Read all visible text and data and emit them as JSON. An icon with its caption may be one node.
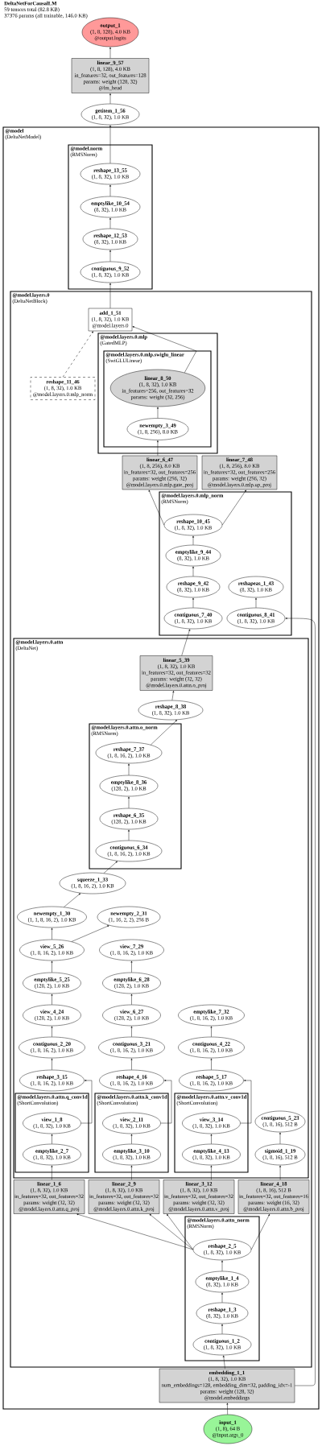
{
  "diagram": {
    "title": "DeltaNetForCausalLM",
    "labels": [
      "59 tensors total (82.8 KB)",
      "37376 params (all trainable, 146.0 KB)"
    ],
    "nodes": [
      {
        "text": [
          "output_1",
          "(1, 8, 128), 4.0 KB",
          "@output.logits"
        ]
      },
      {
        "text": [
          "linear_9_57",
          "(1, 8, 128), 4.0 KB",
          "in_features=32, out_features=128",
          "params: weight (128, 32)",
          "@lm_head"
        ]
      },
      {
        "text": [
          "getitem_1_56",
          "(1, 8, 32), 1.0 KB"
        ]
      },
      {
        "text": [
          "@model",
          "(DeltaNetModel)"
        ]
      },
      {
        "text": [
          "@model.norm",
          "(RMSNorm)"
        ],
        "in": 3
      },
      {
        "text": [
          "reshape_13_55",
          "(1, 8, 32), 1.0 KB"
        ],
        "in": 4
      },
      {
        "text": [
          "emptylike_10_54",
          "(8, 32), 1.0 KB"
        ],
        "in": 4
      },
      {
        "text": [
          "reshape_12_53",
          "(8, 32), 1.0 KB"
        ],
        "in": 4
      },
      {
        "text": [
          "contiguous_9_52",
          "(1, 8, 32), 1.0 KB"
        ],
        "in": 4
      },
      {
        "text": [
          "@model.layers.0",
          "(DeltaNetBlock)"
        ],
        "in": 3
      },
      {
        "text": [
          "add_1_51",
          "(1, 8, 32), 1.0 KB",
          "@model.layers.0"
        ],
        "in": 9
      },
      {
        "text": [
          "@model.layers.0.mlp",
          "(GatedMLP)"
        ],
        "in": 9
      },
      {
        "text": [
          "@model.layers.0.mlp.swiglu_linear",
          "(SwiGLULinear)"
        ],
        "in": 11
      },
      {
        "text": [
          "linear_8_50",
          "(1, 8, 32), 1.0 KB",
          "in_features=256, out_features=32",
          "params: weight (32, 256)"
        ],
        "in": 12
      },
      {
        "text": [
          "reshape_11_46",
          "(1, 8, 32), 1.0 KB",
          "@model.layers.0.mlp_norm"
        ],
        "in": 9
      },
      {
        "text": [
          "newempty_3_49",
          "(1, 8, 256), 8.0 KB"
        ],
        "in": 12
      },
      {
        "text": [
          "linear_6_47",
          "(1, 8, 256), 8.0 KB",
          "in_features=32, out_features=256",
          "params: weight (256, 32)",
          "@model.layers.0.mlp.gate_proj"
        ],
        "in": 9
      },
      {
        "text": [
          "linear_7_48",
          "(1, 8, 256), 8.0 KB",
          "in_features=32, out_features=256",
          "params: weight (256, 32)",
          "@model.layers.0.mlp.up_proj"
        ],
        "in": 9
      },
      {
        "text": [
          "@model.layers.0.mlp_norm",
          "(RMSNorm)"
        ],
        "in": 9
      },
      {
        "text": [
          "reshape_10_45",
          "(1, 8, 32), 1.0 KB"
        ],
        "in": 18
      },
      {
        "text": [
          "emptylike_9_44",
          "(8, 32), 1.0 KB"
        ],
        "in": 18
      },
      {
        "text": [
          "reshape_9_42",
          "(8, 32), 1.0 KB"
        ],
        "in": 18
      },
      {
        "text": [
          "reshapeas_1_43",
          "(8, 32), 1.0 KB"
        ],
        "in": 18
      },
      {
        "text": [
          "contiguous_7_40",
          "(1, 8, 32), 1.0 KB"
        ],
        "in": 18
      },
      {
        "text": [
          "contiguous_8_41",
          "(1, 8, 32), 1.0 KB"
        ],
        "in": 18
      },
      {
        "text": [
          "@model.layers.0.attn",
          "(DeltaNet)"
        ],
        "in": 9
      },
      {
        "text": [
          "linear_5_39",
          "(1, 8, 32), 1.0 KB",
          "in_features=32, out_features=32",
          "params: weight (32, 32)",
          "@model.layers.0.attn.o_proj"
        ],
        "in": 25
      },
      {
        "text": [
          "reshape_8_38",
          "(1, 8, 32), 1.0 KB"
        ],
        "in": 25
      },
      {
        "text": [
          "@model.layers.0.attn.o_norm",
          "(RMSNorm)"
        ],
        "in": 25
      },
      {
        "text": [
          "reshape_7_37",
          "(1, 8, 16, 2), 1.0 KB"
        ],
        "in": 28
      },
      {
        "text": [
          "emptylike_8_36",
          "(128, 2), 1.0 KB"
        ],
        "in": 28
      },
      {
        "text": [
          "reshape_6_35",
          "(128, 2), 1.0 KB"
        ],
        "in": 28
      },
      {
        "text": [
          "contiguous_6_34",
          "(1, 8, 16, 2), 1.0 KB"
        ],
        "in": 28
      },
      {
        "text": [
          "squeeze_1_33",
          "(1, 8, 16, 2), 1.0 KB"
        ],
        "in": 25
      },
      {
        "text": [
          "newempty_1_30",
          "(1, 1, 8, 16, 2), 1.0 KB"
        ],
        "in": 25
      },
      {
        "text": [
          "newempty_2_31",
          "(1, 16, 2, 2), 256 B"
        ],
        "in": 25
      },
      {
        "text": [
          "view_5_26",
          "(1, 8, 16, 2), 1.0 KB"
        ],
        "in": 25
      },
      {
        "text": [
          "view_7_29",
          "(1, 8, 16, 2), 1.0 KB"
        ],
        "in": 25
      },
      {
        "text": [
          "emptylike_5_25",
          "(128, 2), 1.0 KB"
        ],
        "in": 25
      },
      {
        "text": [
          "emptylike_6_28",
          "(128, 2), 1.0 KB"
        ],
        "in": 25
      },
      {
        "text": [
          "view_4_24",
          "(128, 2), 1.0 KB"
        ],
        "in": 25
      },
      {
        "text": [
          "view_6_27",
          "(128, 2), 1.0 KB"
        ],
        "in": 25
      },
      {
        "text": [
          "emptylike_7_32",
          "(1, 8, 16, 2), 1.0 KB"
        ],
        "in": 25
      },
      {
        "text": [
          "contiguous_2_20",
          "(1, 8, 16, 2), 1.0 KB"
        ],
        "in": 25
      },
      {
        "text": [
          "contiguous_3_21",
          "(1, 8, 16, 2), 1.0 KB"
        ],
        "in": 25
      },
      {
        "text": [
          "contiguous_4_22",
          "(1, 8, 16, 2), 1.0 KB"
        ],
        "in": 25
      },
      {
        "text": [
          "reshape_3_15",
          "(1, 8, 16, 2), 1.0 KB"
        ],
        "in": 25
      },
      {
        "text": [
          "reshape_4_16",
          "(1, 8, 16, 2), 1.0 KB"
        ],
        "in": 25
      },
      {
        "text": [
          "reshape_5_17",
          "(1, 8, 16, 2), 1.0 KB"
        ],
        "in": 25
      },
      {
        "text": [
          "@model.layers.0.attn.q_conv1d",
          "(ShortConvolution)"
        ],
        "in": 25
      },
      {
        "text": [
          "@model.layers.0.attn.k_conv1d",
          "(ShortConvolution)"
        ],
        "in": 25
      },
      {
        "text": [
          "@model.layers.0.attn.v_conv1d",
          "(ShortConvolution)"
        ],
        "in": 25
      },
      {
        "text": [
          "view_1_8",
          "(1, 8, 32), 1.0 KB"
        ],
        "in": 49
      },
      {
        "text": [
          "view_2_11",
          "(1, 8, 32), 1.0 KB"
        ],
        "in": 50
      },
      {
        "text": [
          "view_3_14",
          "(1, 8, 32), 1.0 KB"
        ],
        "in": 51
      },
      {
        "text": [
          "contiguous_5_23",
          "(1, 8, 16), 512 B"
        ],
        "in": 25
      },
      {
        "text": [
          "emptylike_2_7",
          "(1, 8, 32), 1.0 KB"
        ],
        "in": 49
      },
      {
        "text": [
          "emptylike_3_10",
          "(1, 8, 32), 1.0 KB"
        ],
        "in": 50
      },
      {
        "text": [
          "emptylike_4_13",
          "(1, 8, 32), 1.0 KB"
        ],
        "in": 51
      },
      {
        "text": [
          "sigmoid_1_19",
          "(1, 8, 16), 512 B"
        ],
        "in": 25
      },
      {
        "text": [
          "linear_1_6",
          "(1, 8, 32), 1.0 KB",
          "in_features=32, out_features=32",
          "params: weight (32, 32)",
          "@model.layers.0.attn.q_proj"
        ],
        "in": 9
      },
      {
        "text": [
          "linear_2_9",
          "(1, 8, 32), 1.0 KB",
          "in_features=32, out_features=32",
          "params: weight (32, 32)",
          "@model.layers.0.attn.k_proj"
        ],
        "in": 9
      },
      {
        "text": [
          "linear_3_12",
          "(1, 8, 32), 1.0 KB",
          "in_features=32, out_features=32",
          "params: weight (32, 32)",
          "@model.layers.0.attn.v_proj"
        ],
        "in": 9
      },
      {
        "text": [
          "linear_4_18",
          "(1, 8, 16), 512 B",
          "in_features=32, out_features=16",
          "params: weight (16, 32)",
          "@model.layers.0.attn.b_proj"
        ],
        "in": 9
      },
      {
        "text": [
          "@model.layers.0.attn_norm",
          "(RMSNorm)"
        ],
        "in": 9
      },
      {
        "text": [
          "reshape_2_5",
          "(1, 8, 32), 1.0 KB"
        ],
        "in": 64
      },
      {
        "text": [
          "emptylike_1_4",
          "(8, 32), 1.0 KB"
        ],
        "in": 64
      },
      {
        "text": [
          "reshape_1_3",
          "(8, 32), 1.0 KB"
        ],
        "in": 64
      },
      {
        "text": [
          "contiguous_1_2",
          "(1, 8, 32), 1.0 KB"
        ],
        "in": 64
      },
      {
        "text": [
          "embedding_1_1",
          "(1, 8, 32), 1.0 KB",
          "num_embeddings=128, embedding_dim=32, padding_idx=-1",
          "params: weight (128, 32)",
          "@model.embeddings"
        ],
        "in": 3
      },
      {
        "text": [
          "input_1",
          "(1, 8), 64 B",
          "@input.args_0"
        ]
      }
    ],
    "edges": [
      {
        "from": 1,
        "to": 0,
        "arrow": "to"
      },
      {
        "from": 2,
        "to": 1,
        "arrow": "to"
      },
      {
        "from": 5,
        "to": 2,
        "arrow": "to"
      },
      {
        "from": 6,
        "to": 5,
        "arrow": "to"
      },
      {
        "from": 7,
        "to": 6,
        "arrow": "to"
      },
      {
        "from": 8,
        "to": 7,
        "arrow": "to"
      },
      {
        "from": 10,
        "to": 8,
        "arrow": "to"
      },
      {
        "from": 13,
        "to": 10,
        "arrow": "to"
      },
      {
        "from": 14,
        "to": 10,
        "arrow": "to",
        "style": "dashed"
      },
      {
        "from": 15,
        "to": 13,
        "arrow": "to"
      },
      {
        "from": 16,
        "to": 15,
        "arrow": "to"
      },
      {
        "from": 19,
        "to": 16,
        "arrow": "to"
      },
      {
        "from": 19,
        "to": 17,
        "arrow": "to"
      },
      {
        "from": 20,
        "to": 19,
        "arrow": "to"
      },
      {
        "from": 21,
        "to": 20,
        "arrow": "to"
      },
      {
        "from": 23,
        "to": 21,
        "arrow": "to"
      },
      {
        "from": 24,
        "to": 22,
        "arrow": "to"
      },
      {
        "from": 26,
        "to": 23,
        "arrow": "to"
      },
      {
        "from": 27,
        "to": 26,
        "arrow": "to"
      },
      {
        "from": 29,
        "to": 27,
        "arrow": "to"
      },
      {
        "from": 30,
        "to": 29,
        "arrow": "to"
      },
      {
        "from": 31,
        "to": 30,
        "arrow": "to"
      },
      {
        "from": 32,
        "to": 31,
        "arrow": "to"
      },
      {
        "from": 33,
        "to": 32,
        "arrow": "to"
      },
      {
        "from": 34,
        "to": 33,
        "arrow": "to"
      },
      {
        "from": 36,
        "to": 34,
        "arrow": "to"
      },
      {
        "from": 36,
        "to": 35,
        "arrow": "to"
      },
      {
        "from": 38,
        "to": 36,
        "arrow": "to"
      },
      {
        "from": 39,
        "to": 37,
        "arrow": "to"
      },
      {
        "from": 40,
        "to": 38,
        "arrow": "to"
      },
      {
        "from": 41,
        "to": 39,
        "arrow": "to"
      },
      {
        "from": 43,
        "to": 40,
        "arrow": "to"
      },
      {
        "from": 44,
        "to": 41,
        "arrow": "to"
      },
      {
        "from": 45,
        "to": 42,
        "arrow": "to"
      },
      {
        "from": 46,
        "to": 43,
        "arrow": "to"
      },
      {
        "from": 47,
        "to": 44,
        "arrow": "to"
      },
      {
        "from": 48,
        "to": 45,
        "arrow": "to"
      },
      {
        "from": 52,
        "to": 46,
        "arrow": "to"
      },
      {
        "from": 53,
        "to": 47,
        "arrow": "to"
      },
      {
        "from": 54,
        "to": 48,
        "arrow": "to"
      },
      {
        "from": 56,
        "to": 52,
        "arrow": "to"
      },
      {
        "from": 57,
        "to": 53,
        "arrow": "to"
      },
      {
        "from": 58,
        "to": 54,
        "arrow": "to"
      },
      {
        "from": 59,
        "to": 55,
        "arrow": "to"
      },
      {
        "from": 60,
        "to": 56,
        "arrow": "to"
      },
      {
        "from": 61,
        "to": 57,
        "arrow": "to"
      },
      {
        "from": 62,
        "to": 58,
        "arrow": "to"
      },
      {
        "from": 63,
        "to": 59,
        "arrow": "to"
      },
      {
        "from": 65,
        "to": 60,
        "arrow": "to"
      },
      {
        "from": 65,
        "to": 61,
        "arrow": "to"
      },
      {
        "from": 65,
        "to": 62,
        "arrow": "to"
      },
      {
        "from": 65,
        "to": 63,
        "arrow": "to"
      },
      {
        "from": 66,
        "to": 65,
        "arrow": "to"
      },
      {
        "from": 67,
        "to": 66,
        "arrow": "to"
      },
      {
        "from": 68,
        "to": 67,
        "arrow": "to"
      },
      {
        "from": 69,
        "to": 68,
        "arrow": "to"
      },
      {
        "from": 69,
        "to": 24,
        "arrow": "to"
      },
      {
        "from": 70,
        "to": 69,
        "arrow": "to"
      }
    ]
  }
}
